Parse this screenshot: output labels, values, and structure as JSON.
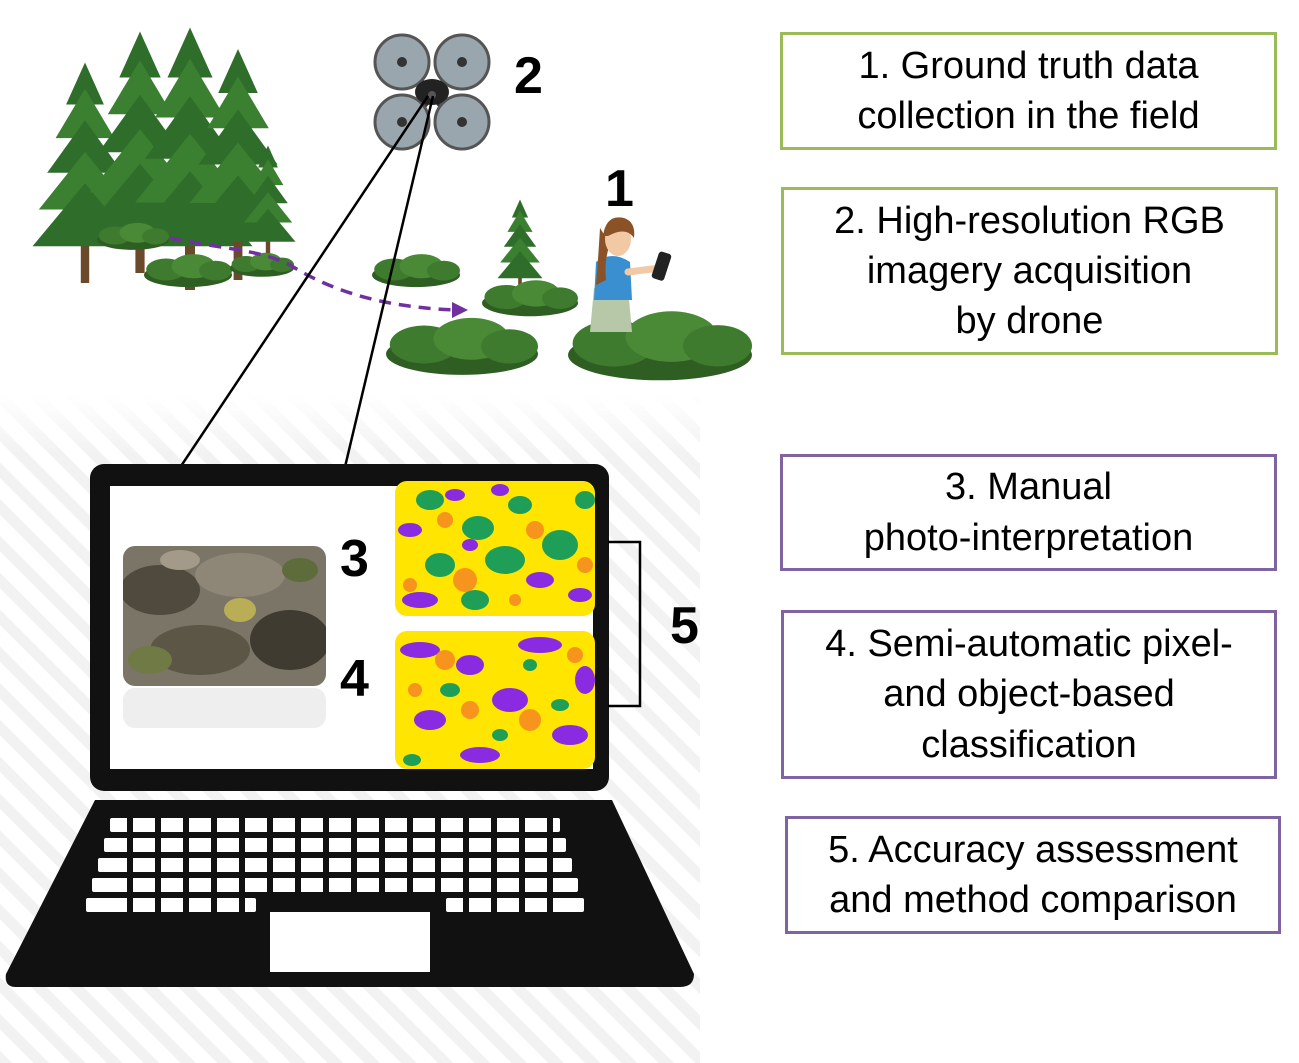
{
  "colors": {
    "field_border": "#9BBB59",
    "processing_border": "#8064A2",
    "path_arrow": "#7030A0",
    "class_yellow": "#FFE500",
    "class_green": "#1E9E57",
    "class_purple": "#8A2BE2",
    "class_orange": "#F7941D",
    "foliage": "#3E7B2E",
    "laptop": "#111111"
  },
  "markers": {
    "drone": "2",
    "person": "1",
    "manual": "3",
    "semi_auto": "4",
    "comparison": "5"
  },
  "steps": [
    {
      "text": "1. Ground truth data\ncollection in the field",
      "group": "field"
    },
    {
      "text": "2. High-resolution RGB\nimagery acquisition\nby drone",
      "group": "field"
    },
    {
      "text": "3. Manual\nphoto-interpretation",
      "group": "processing"
    },
    {
      "text": "4. Semi-automatic pixel-\nand object-based\nclassification",
      "group": "processing"
    },
    {
      "text": "5. Accuracy assessment\nand method comparison",
      "group": "processing"
    }
  ],
  "icons": {
    "drone": "drone-icon",
    "person": "person-with-phone-icon",
    "laptop": "laptop-icon",
    "trees": "conifer-tree-icon",
    "shrubs": "shrub-icon"
  }
}
